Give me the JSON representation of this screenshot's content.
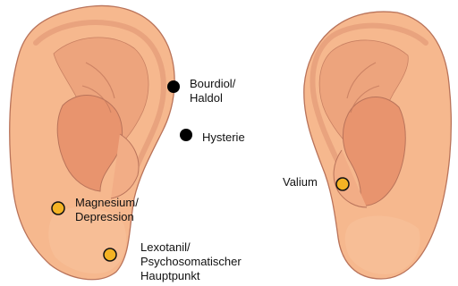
{
  "colors": {
    "skin": "#f6b88e",
    "skin_shadow": "#e69a72",
    "outline": "#b9735a",
    "dot_yellow": "#f4b324",
    "dot_black": "#000000"
  },
  "points": [
    {
      "id": "bourdiol",
      "marker": "black",
      "lines": [
        "Bourdiol/",
        "Haldol"
      ]
    },
    {
      "id": "hysterie",
      "marker": "black",
      "lines": [
        "Hysterie"
      ]
    },
    {
      "id": "magnesium",
      "marker": "yellow",
      "lines": [
        "Magnesium/",
        "Depression"
      ]
    },
    {
      "id": "lexotanil",
      "marker": "yellow",
      "lines": [
        "Lexotanil/",
        "Psychosomatischer",
        "Hauptpunkt"
      ]
    },
    {
      "id": "valium",
      "marker": "yellow",
      "lines": [
        "Valium"
      ]
    }
  ]
}
